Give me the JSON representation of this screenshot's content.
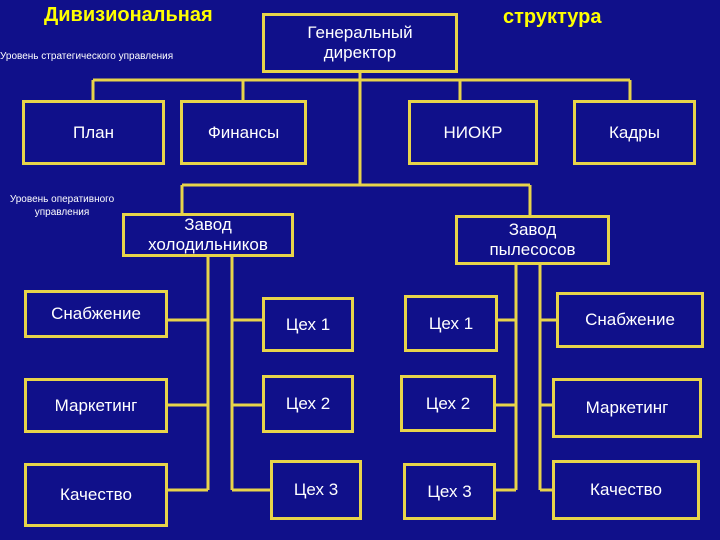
{
  "title_left": "Дивизиональная",
  "title_right": "структура",
  "levels": {
    "strategic": "Уровень стратегического управления",
    "operational": "Уровень оперативного управления"
  },
  "nodes": {
    "ceo": "Генеральный директор",
    "plan": "План",
    "finance": "Финансы",
    "rnd": "НИОКР",
    "hr": "Кадры",
    "plant_fridges": "Завод холодильников",
    "plant_vacuums": "Завод пылесосов",
    "left_supply": "Снабжение",
    "left_marketing": "Маркетинг",
    "left_quality": "Качество",
    "fridge_shop_1": "Цех 1",
    "fridge_shop_2": "Цех 2",
    "fridge_shop_3": "Цех 3",
    "vacuum_shop_1": "Цех 1",
    "vacuum_shop_2": "Цех 2",
    "vacuum_shop_3": "Цех 3",
    "right_supply": "Снабжение",
    "right_marketing": "Маркетинг",
    "right_quality": "Качество"
  },
  "colors": {
    "background": "#10108a",
    "border": "#e8d44a",
    "title": "#ffff00",
    "text": "#ffffff"
  }
}
